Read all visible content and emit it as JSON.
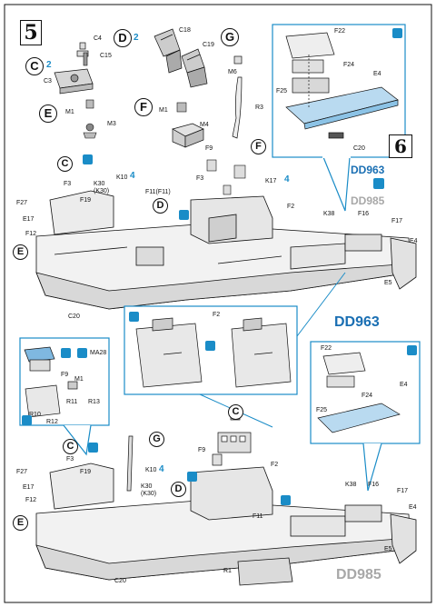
{
  "step5": {
    "number": "5",
    "callouts": {
      "C": "C",
      "D": "D",
      "E": "E",
      "F": "F",
      "G": "G"
    },
    "qty_c": "2",
    "qty_d": "2",
    "parts": {
      "C4": "C4",
      "C15": "C15",
      "C3": "C3",
      "C18": "C18",
      "C19": "C19",
      "M6": "M6",
      "R3": "R3",
      "M1a": "M1",
      "M3": "M3",
      "M1b": "M1",
      "M4": "M4",
      "F9": "F9",
      "F3": "F3",
      "F27": "F27",
      "F19": "F19",
      "E17": "E17",
      "F12": "F12",
      "K30": "K30\n(K30)",
      "K10": "K10",
      "F11": "F11(F11)",
      "K17": "K17",
      "F2": "F2",
      "K38": "K38",
      "F16": "F16",
      "F17": "F17",
      "E4": "E4",
      "E5": "E5",
      "C20": "C20"
    },
    "qty_k10": "4",
    "qty_k17": "4",
    "inset": {
      "F22": "F22",
      "F25": "F25",
      "F24": "F24",
      "E4": "E4",
      "C20": "C20"
    }
  },
  "step6": {
    "number": "6",
    "dd963": "DD963",
    "dd985": "DD985",
    "parts": {
      "F2": "F2",
      "MA28": "MA28",
      "F9a": "F9",
      "M1": "M1",
      "R11": "R11",
      "R13": "R13",
      "R10": "R10",
      "R12": "R12",
      "C": "C",
      "G": "G",
      "F9b": "F9",
      "F3": "F3",
      "F27": "F27",
      "F19": "F19",
      "E17": "E17",
      "F12": "F12",
      "K10": "K10",
      "K30": "K30\n(K30)",
      "D": "D",
      "F2b": "F2",
      "K38": "K38",
      "F16": "F16",
      "F17": "F17",
      "E4": "E4",
      "F11": "F11",
      "R1": "R1",
      "E5": "E5",
      "C20": "C20",
      "E": "E"
    },
    "qty_k10": "4",
    "inset": {
      "F22": "F22",
      "F25": "F25",
      "F24": "F24",
      "E4": "E4"
    }
  },
  "colors": {
    "accent": "#1a8cc7",
    "dd963": "#1a6fb3",
    "dd985": "#a8a8a8"
  }
}
